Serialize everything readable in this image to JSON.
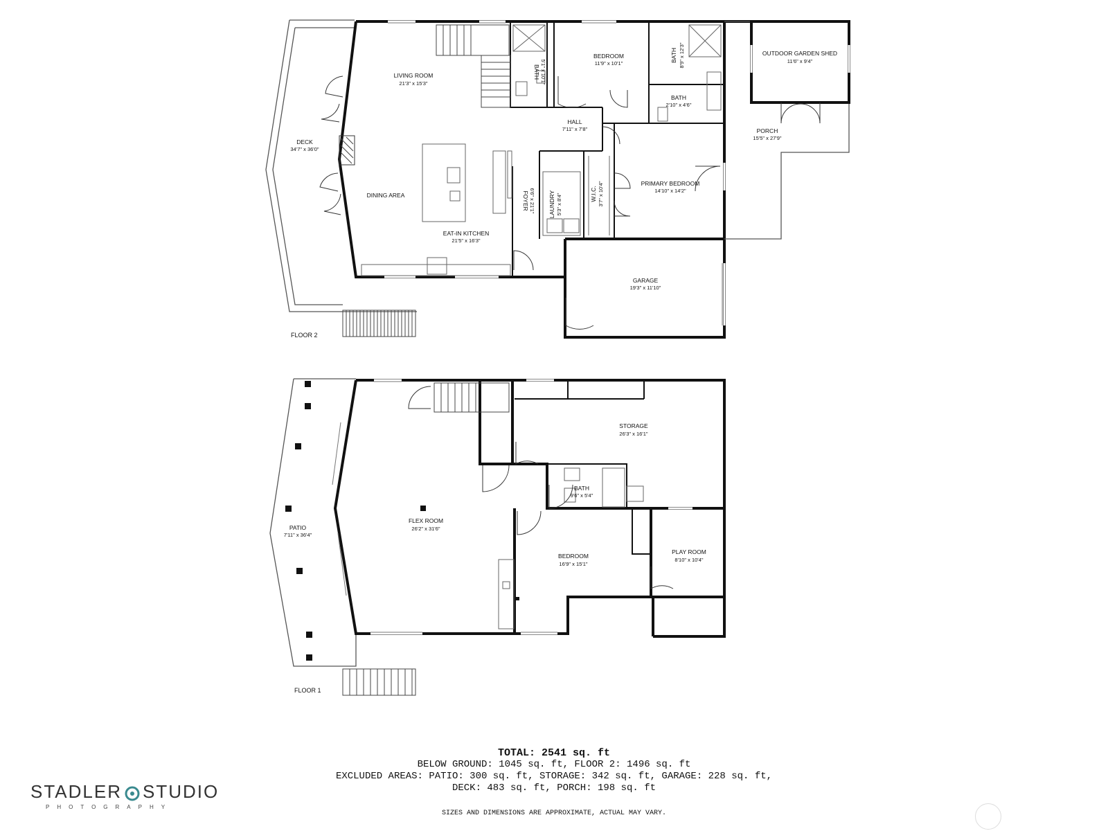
{
  "floors": [
    {
      "label": "FLOOR 2"
    },
    {
      "label": "FLOOR 1"
    }
  ],
  "rooms": {
    "deck": {
      "name": "DECK",
      "dim": "34'7\" x 36'0\""
    },
    "living": {
      "name": "LIVING ROOM",
      "dim": "21'3\" x 15'3\""
    },
    "dining": {
      "name": "DINING AREA"
    },
    "kitchen": {
      "name": "EAT-IN KITCHEN",
      "dim": "21'5\" x 16'3\""
    },
    "bath_f2a": {
      "name": "BATH",
      "dim": "5'1\" x 10'1\""
    },
    "bedroom_f2": {
      "name": "BEDROOM",
      "dim": "11'9\" x 10'1\""
    },
    "bath_f2b": {
      "name": "BATH",
      "dim": "8'9\" x 12'3\""
    },
    "bath_f2c": {
      "name": "BATH",
      "dim": "2'10\" x 4'6\""
    },
    "hall": {
      "name": "HALL",
      "dim": "7'11\" x 7'8\""
    },
    "foyer": {
      "name": "FOYER",
      "dim": "6'6\" x 21'1\""
    },
    "laundry": {
      "name": "LAUNDRY",
      "dim": "5'3\" x 8'4\""
    },
    "wic": {
      "name": "W.I.C.",
      "dim": "3'7\" x 10'4\""
    },
    "primary": {
      "name": "PRIMARY BEDROOM",
      "dim": "14'10\" x 14'2\""
    },
    "garage": {
      "name": "GARAGE",
      "dim": "19'3\" x 11'10\""
    },
    "shed": {
      "name": "OUTDOOR GARDEN SHED",
      "dim": "11'6\" x 9'4\""
    },
    "porch": {
      "name": "PORCH",
      "dim": "15'5\" x 27'9\""
    },
    "patio": {
      "name": "PATIO",
      "dim": "7'11\" x 36'4\""
    },
    "flex": {
      "name": "FLEX ROOM",
      "dim": "26'2\" x 31'6\""
    },
    "storage": {
      "name": "STORAGE",
      "dim": "26'3\" x 16'1\""
    },
    "bath_f1": {
      "name": "BATH",
      "dim": "9'6\" x 5'4\""
    },
    "bedroom_f1": {
      "name": "BEDROOM",
      "dim": "16'9\" x 15'1\""
    },
    "play": {
      "name": "PLAY ROOM",
      "dim": "8'10\" x 10'4\""
    }
  },
  "summary": {
    "total": "TOTAL: 2541 sq. ft",
    "line1": "BELOW GROUND: 1045 sq. ft, FLOOR 2: 1496 sq. ft",
    "line2": "EXCLUDED AREAS: PATIO: 300 sq. ft, STORAGE: 342 sq. ft, GARAGE: 228 sq. ft,",
    "line3": "DECK: 483 sq. ft, PORCH: 198 sq. ft",
    "disclaimer": "SIZES AND DIMENSIONS ARE APPROXIMATE, ACTUAL MAY VARY."
  },
  "logo": {
    "left": "STADLER",
    "right": "STUDIO",
    "sub": "PHOTOGRAPHY"
  }
}
